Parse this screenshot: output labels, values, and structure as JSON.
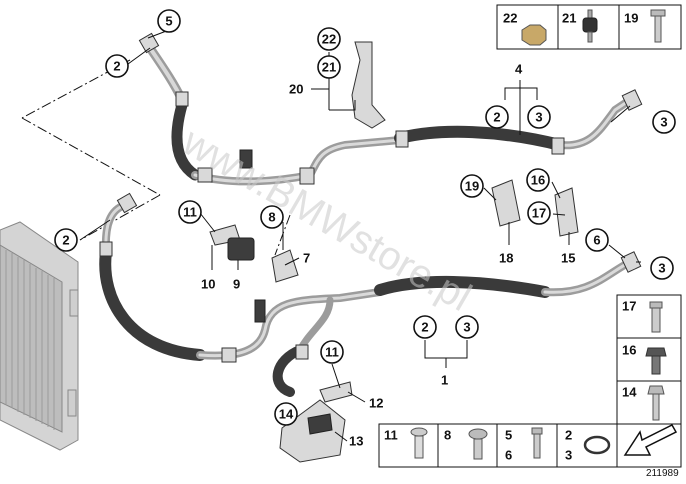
{
  "callouts": {
    "c5": "5",
    "c2a": "2",
    "c22": "22",
    "c21": "21",
    "c20": "20",
    "c4": "4",
    "c2b": "2",
    "c3b": "3",
    "c3a": "3",
    "c2c": "2",
    "c11a": "11",
    "c8": "8",
    "c7": "7",
    "c10": "10",
    "c9": "9",
    "c19": "19",
    "c16": "16",
    "c17": "17",
    "c18": "18",
    "c15": "15",
    "c6": "6",
    "c3c": "3",
    "c2d": "2",
    "c3d": "3",
    "c1": "1",
    "c11b": "11",
    "c12": "12",
    "c14": "14",
    "c13": "13"
  },
  "top_legend": [
    "22",
    "21",
    "19"
  ],
  "side_legend": [
    "17",
    "16",
    "14"
  ],
  "bottom_legend": [
    "11",
    "8",
    "5",
    "6",
    "2",
    "3"
  ],
  "watermark": "www.BMWstore.pl",
  "diagram_id": "211989",
  "colors": {
    "hose_dark": "#3a3a3a",
    "pipe_light": "#9c9c9c",
    "outline": "#111111",
    "panel_fill": "#ffffff",
    "radiator": "#bdbdbd"
  }
}
